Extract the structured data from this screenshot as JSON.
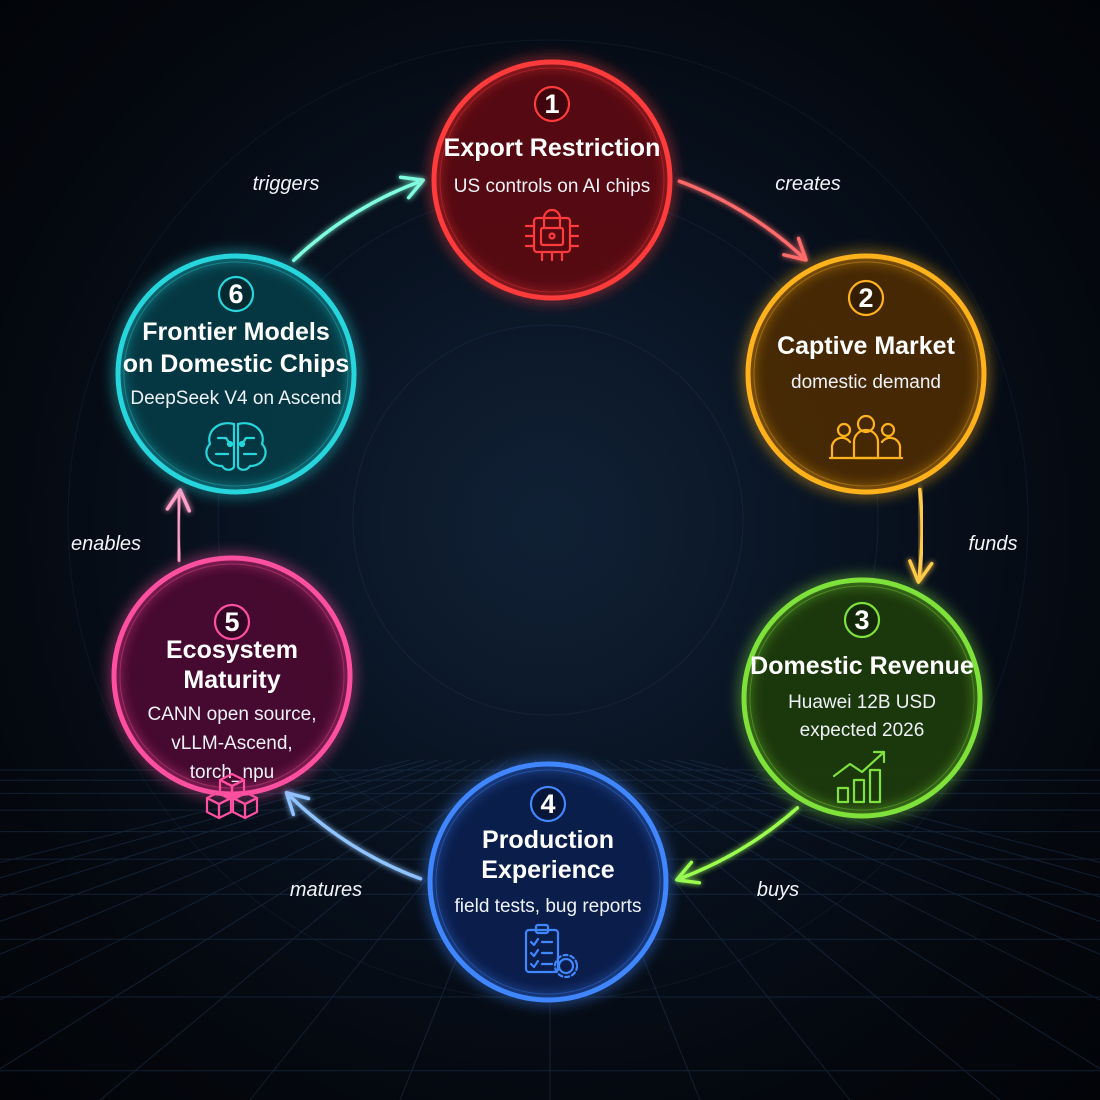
{
  "nodes": [
    {
      "number": "1",
      "title_lines": [
        "Export Restriction"
      ],
      "sub_lines": [
        "US controls on AI chips"
      ],
      "icon": "chip-lock-icon",
      "color": "#ff3b3b",
      "fill": "#5a0a12"
    },
    {
      "number": "2",
      "title_lines": [
        "Captive Market"
      ],
      "sub_lines": [
        "domestic demand"
      ],
      "icon": "people-group-icon",
      "color": "#ffb21a",
      "fill": "#4a2a04"
    },
    {
      "number": "3",
      "title_lines": [
        "Domestic Revenue"
      ],
      "sub_lines": [
        "Huawei 12B USD",
        "expected 2026"
      ],
      "icon": "growth-chart-icon",
      "color": "#7fe23a",
      "fill": "#1c3a0c"
    },
    {
      "number": "4",
      "title_lines": [
        "Production",
        "Experience"
      ],
      "sub_lines": [
        "field tests, bug reports"
      ],
      "icon": "clipboard-gear-icon",
      "color": "#3f86ff",
      "fill": "#0b1f4e"
    },
    {
      "number": "5",
      "title_lines": [
        "Ecosystem",
        "Maturity"
      ],
      "sub_lines": [
        "CANN open source,",
        "vLLM-Ascend,",
        "torch_npu"
      ],
      "icon": "cubes-icon",
      "color": "#ff4fa0",
      "fill": "#4a0a30"
    },
    {
      "number": "6",
      "title_lines": [
        "Frontier Models",
        "on Domestic Chips"
      ],
      "sub_lines": [
        "DeepSeek V4 on Ascend"
      ],
      "icon": "brain-circuit-icon",
      "color": "#26d6dc",
      "fill": "#053a44"
    }
  ],
  "edges": [
    {
      "from": "1",
      "to": "2",
      "label": "creates",
      "color": "#ff6b6b"
    },
    {
      "from": "2",
      "to": "3",
      "label": "funds",
      "color": "#ffc94a"
    },
    {
      "from": "3",
      "to": "4",
      "label": "buys",
      "color": "#9bff4f"
    },
    {
      "from": "4",
      "to": "5",
      "label": "matures",
      "color": "#8fc4ff"
    },
    {
      "from": "5",
      "to": "6",
      "label": "enables",
      "color": "#ff9fc8"
    },
    {
      "from": "6",
      "to": "1",
      "label": "triggers",
      "color": "#7fffe0"
    }
  ]
}
